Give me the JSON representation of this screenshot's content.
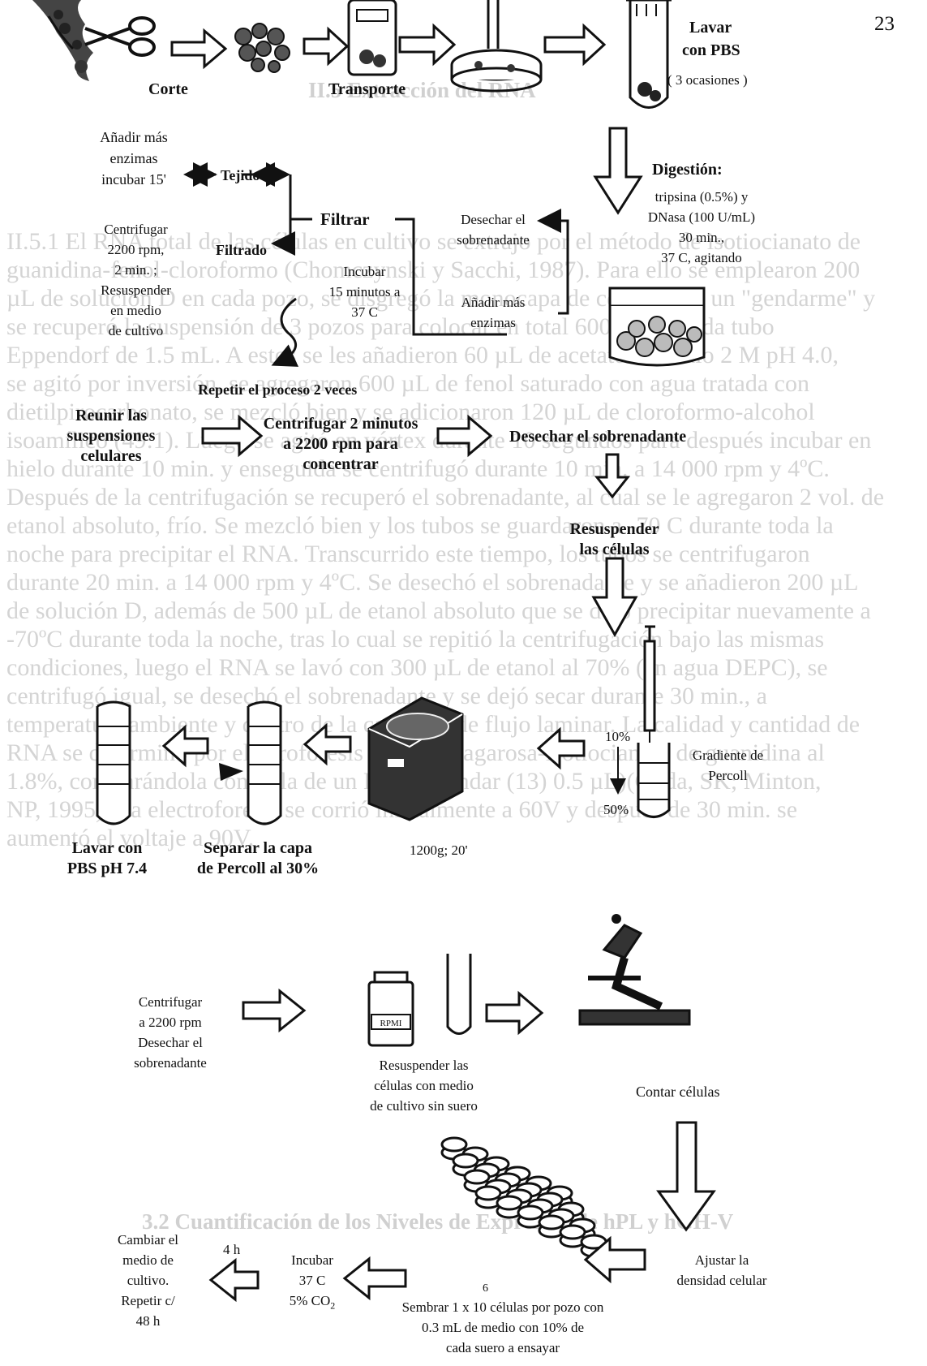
{
  "page_number": "23",
  "background": {
    "heading_top": "II.5 Extracción del RNA",
    "heading_bottom": "3.2 Cuantificación de los Niveles de Expresión de hPL y hGH-V",
    "paragraph_lines": [
      "II.5.1 El RNA total de las células en cultivo se extrajo por el método de isotiocianato de",
      "guanidina-fenol-cloroformo (Chomczynski y Sacchi, 1987). Para ello se emplearon 200",
      "µL de solución D en cada pozo, se disgregó la monocapa de células con un \"gendarme\" y",
      "se recuperó la suspensión de 3 pozos para colocar en total 600 µL en cada tubo",
      "Eppendorf de 1.5 mL. A estos se les añadieron 60 µL de acetato de sodio 2 M pH 4.0,",
      "se agitó por inversión, se agregaron 600 µL de fenol saturado con agua tratada con",
      "dietilpirocarbonato, se mezcló bien y se adicionaron 120 µL de cloroformo-alcohol",
      "isoamílico (49:1). Luego se agitó en vórtex durante 10 segundos para después incubar en",
      "hielo durante 10 min. y enseguida se centrifugó durante 10 min. a 14 000 rpm y 4ºC.",
      "Después de la centrifugación se recuperó el sobrenadante, al cual se le agregaron 2 vol. de",
      "etanol absoluto, frío. Se mezcló bien y los tubos se guardaron a -70 C durante toda la",
      "noche para precipitar el RNA. Transcurrido este tiempo, los tubos se centrifugaron",
      "durante 20 min. a 14 000 rpm y 4ºC. Se desechó el sobrenadante y se añadieron 200 µL",
      "de solución D, además de 500 µL de etanol absoluto que se dejó precipitar nuevamente a",
      "-70ºC durante toda la noche, tras lo cual se repitió la centrifugación bajo las mismas",
      "condiciones, luego el RNA se lavó con 300 µL de etanol al 70% (en agua DEPC), se",
      "centrifugó igual, se desechó el sobrenadante y se dejó secar durante 30 min., a",
      "temperatura ambiente y dentro de la campana de flujo laminar. La calidad y cantidad de",
      "RNA se determinó por electroforesis en gel de agarosa-isotiocianato de guanidina al",
      "1.8%, comparándola contra la de un RNA estándar (13) 0.5 µL)(Goda, SK; Minton,",
      "NP, 1995). La electroforesis se corrió inicialmente a 60V y después de 30 min. se",
      "aumentó el voltaje a 90V."
    ]
  },
  "labels": {
    "corte": "Corte",
    "transporte": "Transporte",
    "lavar_pbs": [
      "Lavar",
      "con PBS",
      "( 3 ocasiones )"
    ],
    "anadir_enzimas": [
      "Añadir más",
      "enzimas",
      "incubar 15'"
    ],
    "tejido": "Tejido",
    "filtrar": "Filtrar",
    "desechar_sob_1": [
      "Desechar el",
      "sobrenadante"
    ],
    "digestion_title": "Digestión:",
    "digestion_detail": [
      "tripsina (0.5%) y",
      "DNasa (100 U/mL)",
      "30 min.,",
      "37 C, agitando"
    ],
    "centrifugar_2200": [
      "Centrifugar",
      "2200 rpm,",
      "2 min. ;",
      "Resuspender",
      "en medio",
      "de cultivo"
    ],
    "filtrado": "Filtrado",
    "incubar_15": [
      "Incubar",
      "15 minutos a",
      "37 C"
    ],
    "anadir_enzimas_2": [
      "Añadir más",
      "enzimas"
    ],
    "repetir": "Repetir el proceso 2 veces",
    "reunir": [
      "Reunir las",
      "suspensiones",
      "celulares"
    ],
    "centrifugar_2min": [
      "Centrifugar 2 minutos",
      "a 2200 rpm para",
      "concentrar"
    ],
    "desechar_sob_2": "Desechar el sobrenadante",
    "resuspender": [
      "Resuspender",
      "las células"
    ],
    "pct_10": "10%",
    "pct_50": "50%",
    "gradiente": [
      "Gradiente de",
      "Percoll"
    ],
    "g_force": "1200g; 20'",
    "lavar_pbs74": [
      "Lavar con",
      "PBS pH 7.4"
    ],
    "separar": [
      "Separar la capa",
      "de Percoll al 30%"
    ],
    "centrifugar_desechar": [
      "Centrifugar",
      "a 2200 rpm",
      "Desechar el",
      "sobrenadante"
    ],
    "rpmi": "RPMI",
    "resuspender_medio": [
      "Resuspender las",
      "células con medio",
      "de cultivo sin suero"
    ],
    "contar": "Contar células",
    "cambiar": [
      "Cambiar el",
      "medio de",
      "cultivo.",
      "Repetir c/",
      "48 h"
    ],
    "four_h": "4 h",
    "incubar_37": [
      "Incubar",
      "37 C",
      "5% CO"
    ],
    "co2_sub": "2",
    "ajustar": [
      "Ajustar la",
      "densidad celular"
    ],
    "sembrar_exp": "6",
    "sembrar": [
      "Sembrar 1 x 10 células por pozo con",
      "0.3 mL de medio con 10% de",
      "cada suero a ensayar"
    ]
  }
}
